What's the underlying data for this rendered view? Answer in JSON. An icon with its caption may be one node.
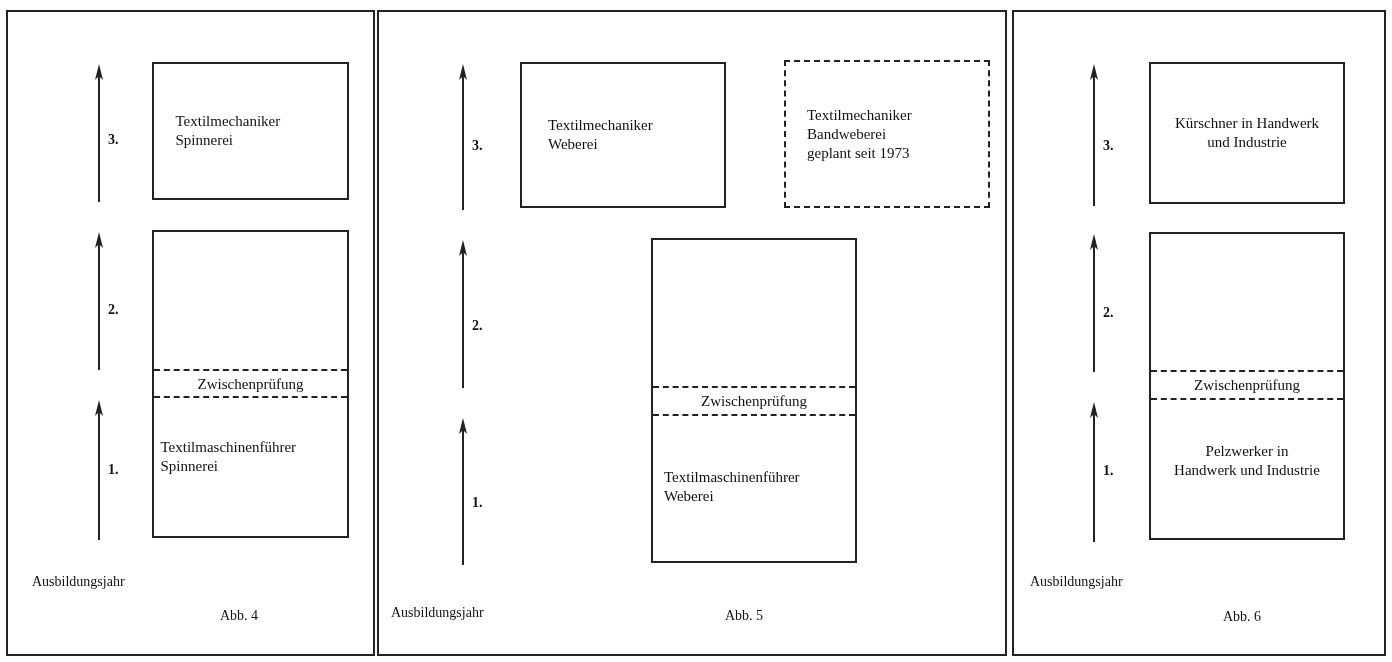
{
  "diagram": {
    "nodes": [
      {
        "text": [
          "Ausbildungsjahr",
          "Abb. 4"
        ]
      },
      {
        "text": [
          "Textilmechaniker Spinnerei"
        ],
        "in": 0
      },
      {
        "text": [
          "Textilmaschinenführer Spinnerei"
        ],
        "in": 0
      },
      {
        "text": [
          "Zwischenprüfung"
        ],
        "in": 2
      },
      {
        "text": [
          "Ausbildungsjahr",
          "Abb. 5"
        ]
      },
      {
        "text": [
          "Textilmechaniker Weberei"
        ],
        "in": 4
      },
      {
        "text": [
          "Textilmechaniker Bandweberei geplant seit 1973"
        ],
        "in": 4
      },
      {
        "text": [
          "Textilmaschinenführer Weberei"
        ],
        "in": 4
      },
      {
        "text": [
          "Zwischenprüfung"
        ],
        "in": 7
      },
      {
        "text": [
          "Ausbildungsjahr",
          "Abb. 6"
        ]
      },
      {
        "text": [
          "Kürschner in Handwerk und Industrie"
        ],
        "in": 9
      },
      {
        "text": [
          "Pelzwerker in Handwerk und Industrie"
        ],
        "in": 9
      },
      {
        "text": [
          "Zwischenprüfung"
        ],
        "in": 11
      }
    ],
    "labels": [
      "3.",
      "2.",
      "1.",
      "3.",
      "2.",
      "1.",
      "3.",
      "2.",
      "1."
    ]
  }
}
